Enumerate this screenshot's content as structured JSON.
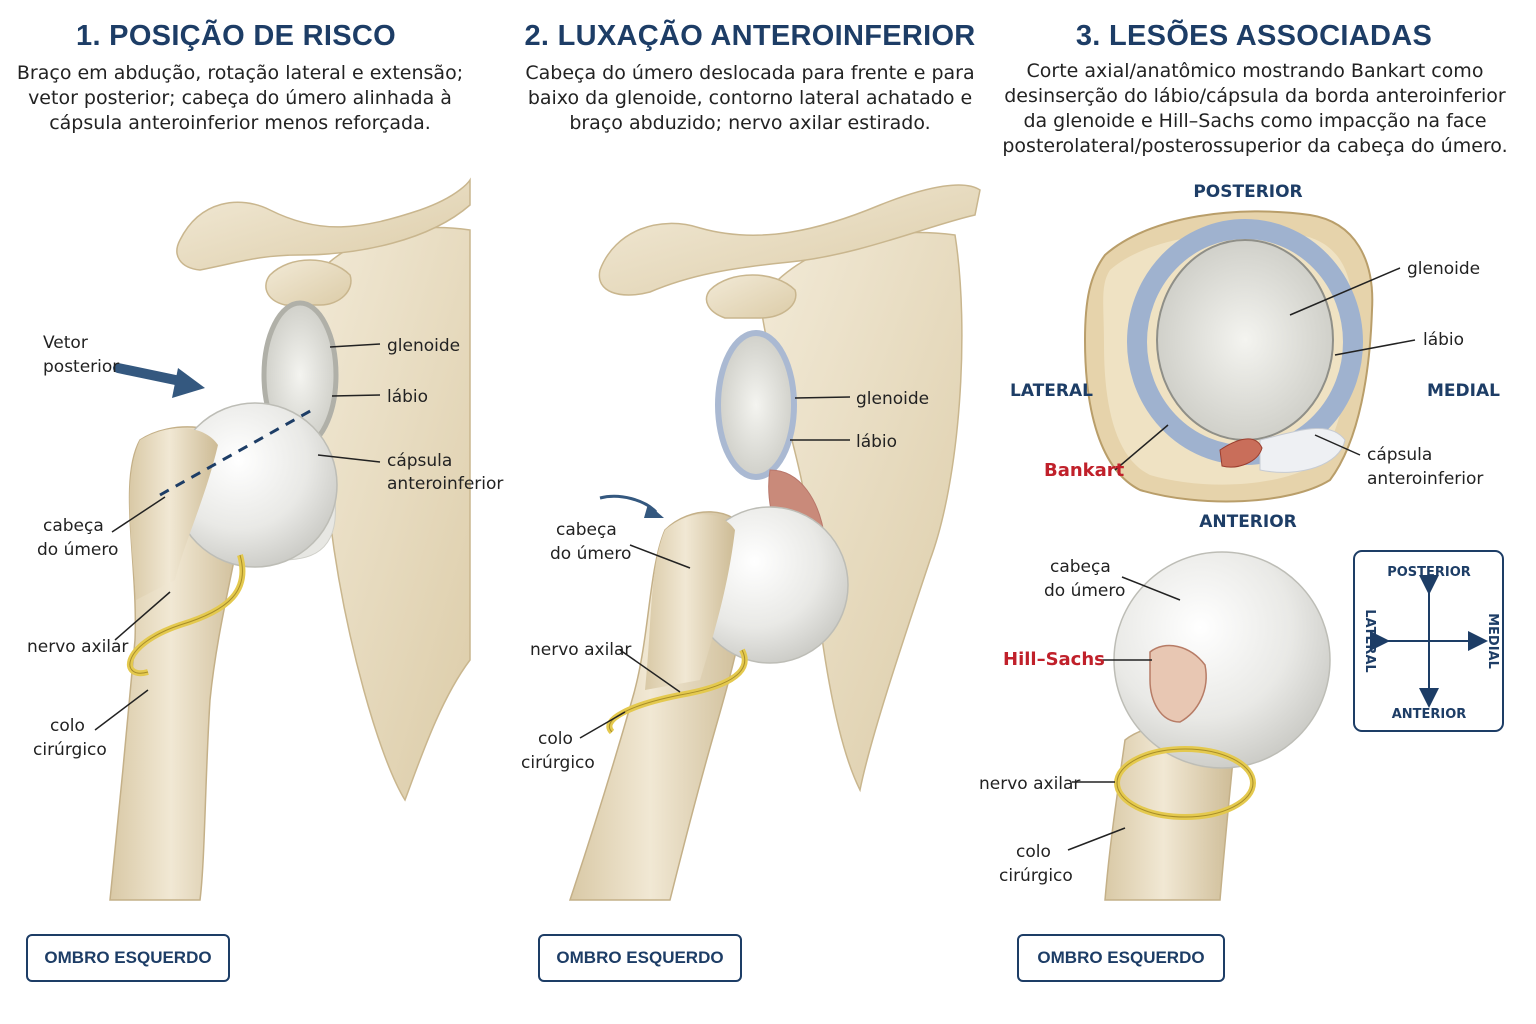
{
  "panels": [
    {
      "title": "1. POSIÇÃO DE RISCO",
      "description": [
        "Braço em abdução, rotação lateral e extensão;",
        "vetor posterior; cabeça do úmero alinhada à",
        "cápsula anteroinferior menos reforçada."
      ],
      "labels": {
        "vector_line1": "Vetor",
        "vector_line2": "posterior",
        "glenoid": "glenoide",
        "labrum": "lábio",
        "capsule_line1": "cápsula",
        "capsule_line2": "anteroinferior",
        "head_line1": "cabeça",
        "head_line2": "do úmero",
        "axillary_nerve": "nervo axilar",
        "neck_line1": "colo",
        "neck_line2": "cirúrgico"
      },
      "footer": "OMBRO ESQUERDO"
    },
    {
      "title": "2. LUXAÇÃO ANTEROINFERIOR",
      "description": [
        "Cabeça do úmero deslocada para frente e para",
        "baixo da glenoide, contorno lateral achatado e",
        "braço abduzido; nervo axilar estirado."
      ],
      "labels": {
        "glenoid": "glenoide",
        "labrum": "lábio",
        "head_line1": "cabeça",
        "head_line2": "do úmero",
        "axillary_nerve": "nervo axilar",
        "neck_line1": "colo",
        "neck_line2": "cirúrgico"
      },
      "footer": "OMBRO ESQUERDO"
    },
    {
      "title": "3. LESÕES ASSOCIADAS",
      "description": [
        "Corte axial/anatômico mostrando Bankart como",
        "desinserção do lábio/cápsula da borda anteroinferior",
        "da glenoide e Hill–Sachs como impacção na face",
        "posterolateral/posterossuperior da cabeça do úmero."
      ],
      "axial": {
        "posterior": "POSTERIOR",
        "anterior": "ANTERIOR",
        "lateral": "LATERAL",
        "medial": "MEDIAL",
        "glenoid": "glenoide",
        "labrum": "lábio",
        "capsule_line1": "cápsula",
        "capsule_line2": "anteroinferior",
        "bankart": "Bankart"
      },
      "humerus": {
        "head_line1": "cabeça",
        "head_line2": "do úmero",
        "hill_sachs": "Hill–Sachs",
        "axillary_nerve": "nervo axilar",
        "neck_line1": "colo",
        "neck_line2": "cirúrgico"
      },
      "compass": {
        "posterior": "POSTERIOR",
        "anterior": "ANTERIOR",
        "left": "LATERAL",
        "right": "MEDIAL"
      },
      "footer": "OMBRO ESQUERDO"
    }
  ],
  "colors": {
    "title": "#1d3d66",
    "bone": "#eadfc6",
    "bone_shadow": "#cbb991",
    "cartilage": "#f1f1ee",
    "labrum": "#aab9d2",
    "nerve": "#e4c94e",
    "lesion": "#c0202a",
    "arrow": "#34587f"
  }
}
